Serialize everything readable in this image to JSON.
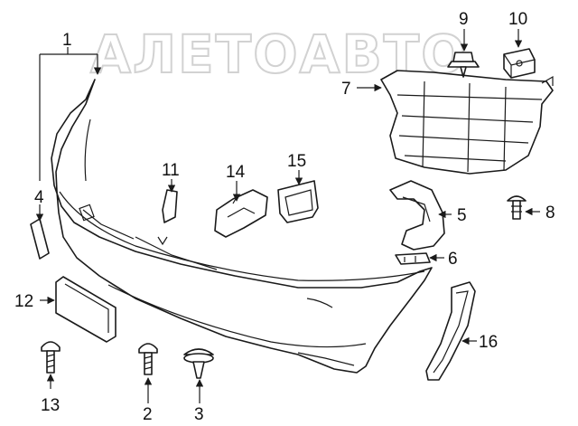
{
  "watermark": "АЛЕТОАВТО",
  "callouts": {
    "c1": "1",
    "c2": "2",
    "c3": "3",
    "c4": "4",
    "c5": "5",
    "c6": "6",
    "c7": "7",
    "c8": "8",
    "c9": "9",
    "c10": "10",
    "c11": "11",
    "c12": "12",
    "c13": "13",
    "c14": "14",
    "c15": "15",
    "c16": "16"
  }
}
